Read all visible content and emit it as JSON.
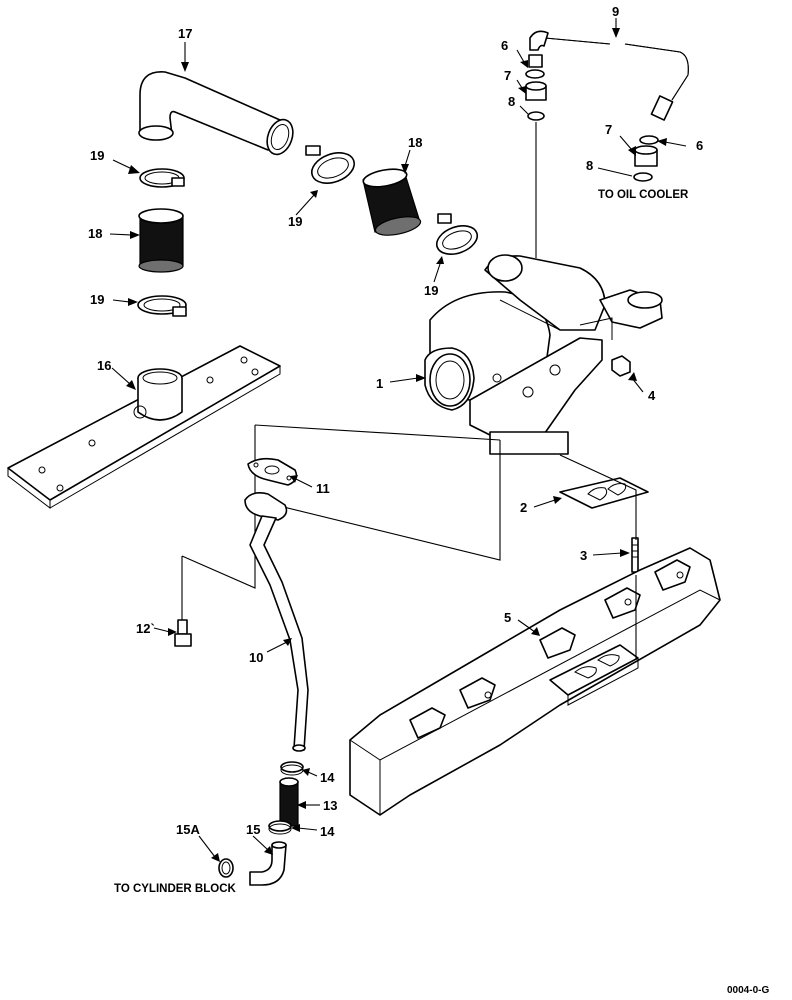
{
  "diagram": {
    "part_labels": {
      "p1": "1",
      "p2": "2",
      "p3": "3",
      "p4": "4",
      "p5": "5",
      "p6a": "6",
      "p6b": "6",
      "p7a": "7",
      "p7b": "7",
      "p8a": "8",
      "p8b": "8",
      "p9": "9",
      "p10": "10",
      "p11": "11",
      "p12": "12`",
      "p13": "13",
      "p14a": "14",
      "p14b": "14",
      "p15": "15",
      "p15a": "15A",
      "p16": "16",
      "p17": "17",
      "p18a": "18",
      "p18b": "18",
      "p19a": "19",
      "p19b": "19",
      "p19c": "19",
      "p19d": "19"
    },
    "notes": {
      "oil_cooler": "TO OIL COOLER",
      "cylinder_block": "TO CYLINDER BLOCK"
    },
    "figure_code": "0004-0-G"
  }
}
